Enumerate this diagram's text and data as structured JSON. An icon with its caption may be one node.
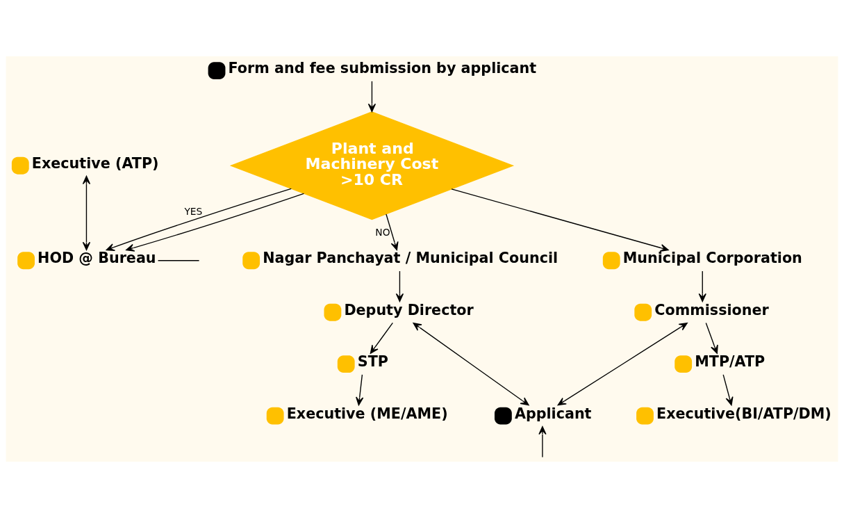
{
  "diagram": {
    "nodes": [
      {
        "text": [
          "Form and fee submission by applicant"
        ]
      },
      {
        "text": [
          "Plant and Machinery Cost >10 CR"
        ]
      },
      {
        "text": [
          "Executive (ATP)"
        ]
      },
      {
        "text": [
          "HOD @ Bureau"
        ]
      },
      {
        "text": [
          "Nagar Panchayat / Municipal Council"
        ]
      },
      {
        "text": [
          "Municipal Corporation"
        ]
      },
      {
        "text": [
          "Deputy Director"
        ]
      },
      {
        "text": [
          "Commissioner"
        ]
      },
      {
        "text": [
          "STP"
        ]
      },
      {
        "text": [
          "MTP/ATP"
        ]
      },
      {
        "text": [
          "Executive (ME/AME)"
        ]
      },
      {
        "text": [
          "Applicant"
        ]
      },
      {
        "text": [
          "Executive(BI/ATP/DM)"
        ]
      }
    ],
    "edges": [
      {
        "from": 0,
        "to": 1,
        "arrow": "to"
      },
      {
        "from": 1,
        "to": 3,
        "arrow": "to",
        "label": "YES"
      },
      {
        "from": 1,
        "to": 4,
        "arrow": "to",
        "label": "NO"
      },
      {
        "from": 1,
        "to": 3,
        "arrow": "to"
      },
      {
        "from": 1,
        "to": 5,
        "arrow": "to"
      },
      {
        "from": 2,
        "to": 3,
        "arrow": "both"
      },
      {
        "from": 3,
        "to": null,
        "arrow": "none"
      },
      {
        "from": 4,
        "to": 6,
        "arrow": "to"
      },
      {
        "from": 6,
        "to": 8,
        "arrow": "to"
      },
      {
        "from": 8,
        "to": 10,
        "arrow": "to"
      },
      {
        "from": 5,
        "to": 7,
        "arrow": "to"
      },
      {
        "from": 7,
        "to": 9,
        "arrow": "to"
      },
      {
        "from": 9,
        "to": 12,
        "arrow": "to"
      },
      {
        "from": 11,
        "to": 6,
        "arrow": "both"
      },
      {
        "from": 11,
        "to": 7,
        "arrow": "both"
      },
      {
        "from": null,
        "to": 11,
        "arrow": "to"
      }
    ]
  }
}
